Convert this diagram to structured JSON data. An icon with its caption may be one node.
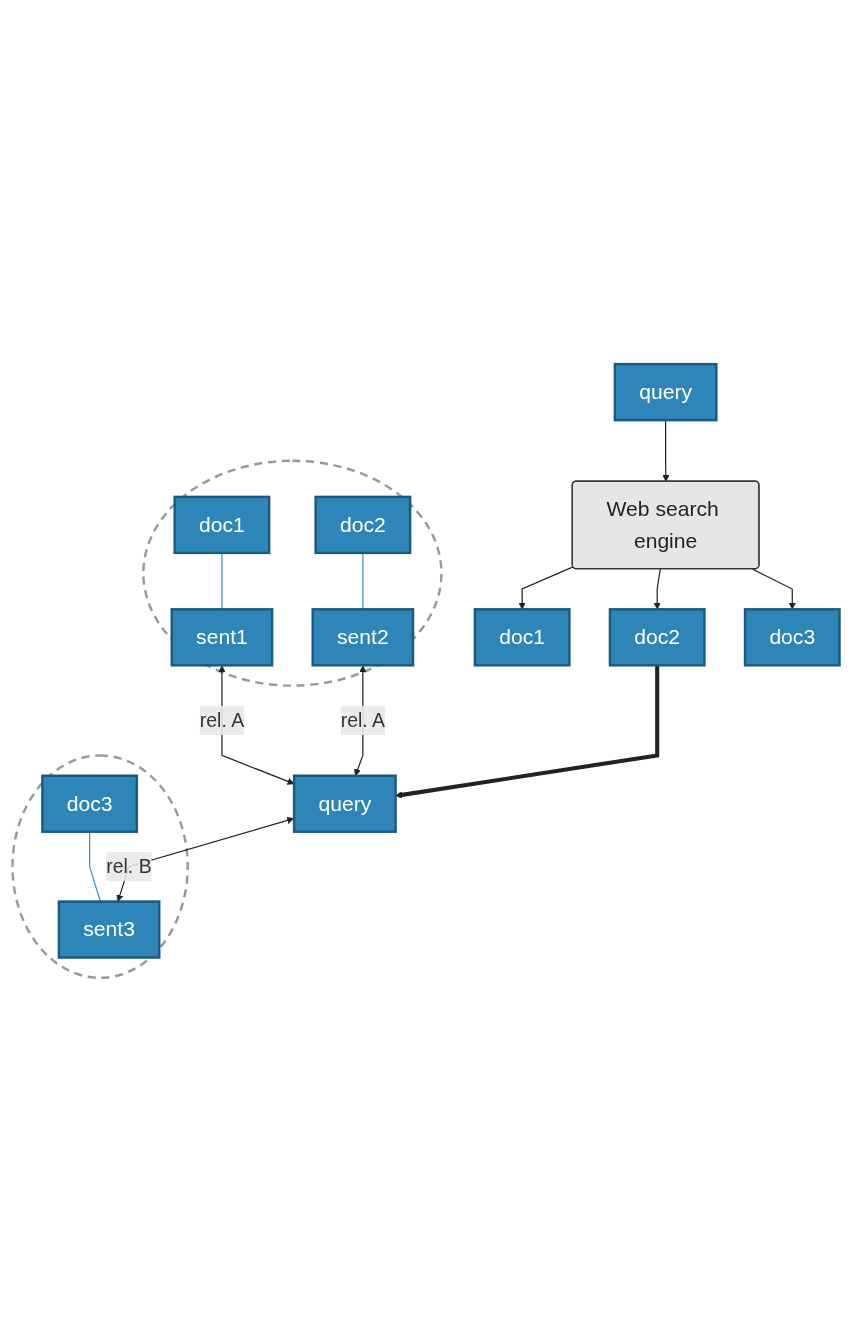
{
  "diagram": {
    "nodes": [
      {
        "text": [
          "query"
        ]
      },
      {
        "text": [
          "Web search engine"
        ]
      },
      {
        "text": [
          "doc1"
        ]
      },
      {
        "text": [
          "doc2"
        ]
      },
      {
        "text": [
          "doc3"
        ]
      },
      {
        "text": [],
        "shape": "ellipse"
      },
      {
        "text": [
          "doc1"
        ],
        "in": 5
      },
      {
        "text": [
          "sent1"
        ],
        "in": 5
      },
      {
        "text": [
          "doc2"
        ],
        "in": 5
      },
      {
        "text": [
          "sent2"
        ],
        "in": 5
      },
      {
        "text": [
          "query"
        ]
      },
      {
        "text": [],
        "shape": "ellipse"
      },
      {
        "text": [
          "doc3"
        ],
        "in": 11
      },
      {
        "text": [
          "sent3"
        ],
        "in": 11
      }
    ],
    "edges": [
      {
        "from": 0,
        "to": 1,
        "arrow": "to"
      },
      {
        "from": 1,
        "to": 2,
        "arrow": "to"
      },
      {
        "from": 1,
        "to": 3,
        "arrow": "to"
      },
      {
        "from": 1,
        "to": 4,
        "arrow": "to"
      },
      {
        "from": 3,
        "to": 10,
        "arrow": "to",
        "style": "thick"
      },
      {
        "from": 6,
        "to": 7,
        "arrow": "none",
        "color": "#3d8fc7"
      },
      {
        "from": 7,
        "to": 10,
        "arrow": "both",
        "label": "rel. A"
      },
      {
        "from": 8,
        "to": 9,
        "arrow": "none",
        "color": "#3d8fc7"
      },
      {
        "from": 9,
        "to": 10,
        "arrow": "both",
        "label": "rel. A"
      },
      {
        "from": 12,
        "to": 13,
        "arrow": "none",
        "color": "#3d8fc7"
      },
      {
        "from": 10,
        "to": 13,
        "arrow": "both",
        "label": "rel. B"
      }
    ]
  }
}
